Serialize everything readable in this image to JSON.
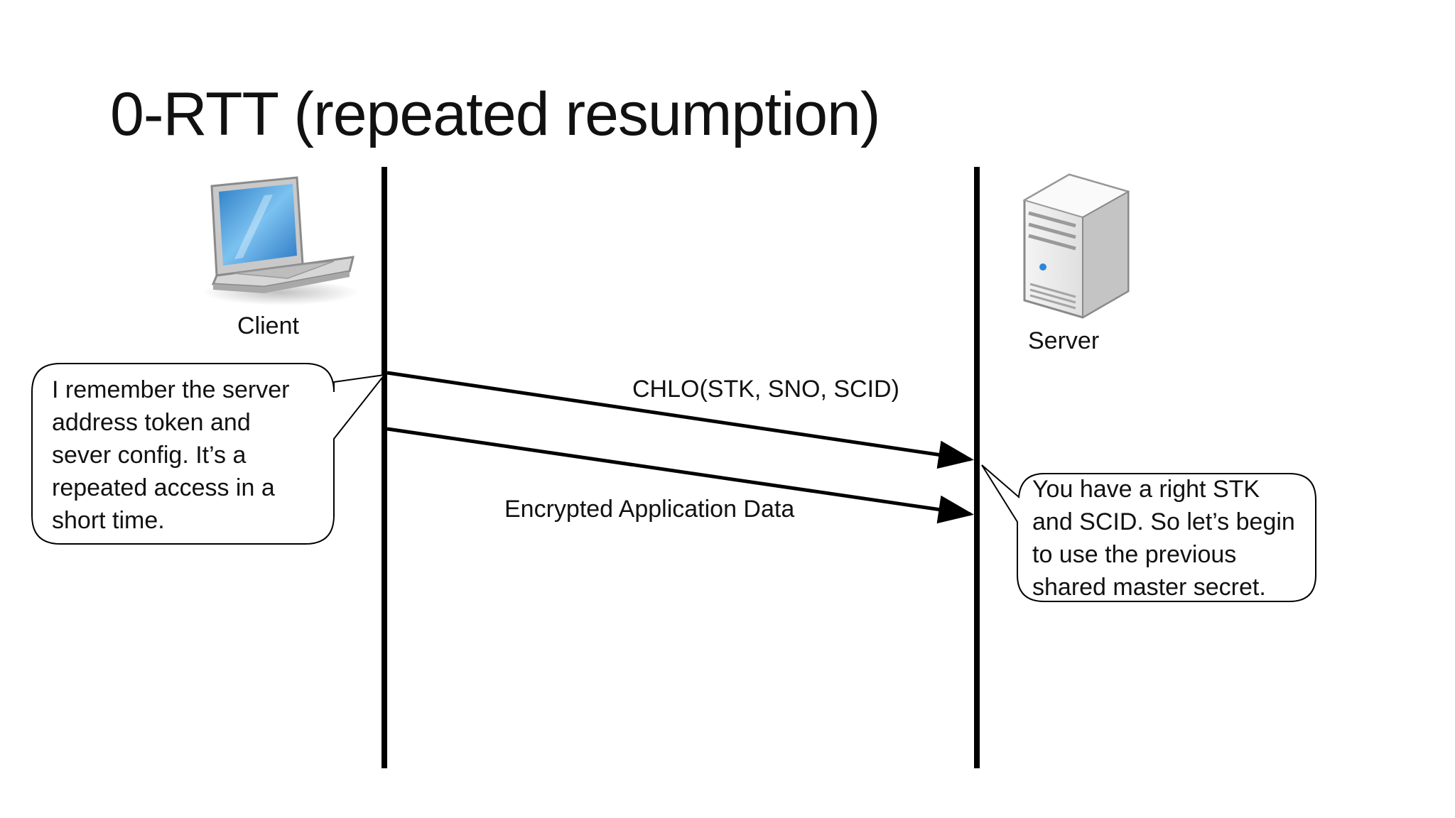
{
  "slide": {
    "title": "0-RTT (repeated resumption)"
  },
  "actors": {
    "client": {
      "label": "Client",
      "icon": "laptop-icon"
    },
    "server": {
      "label": "Server",
      "icon": "server-tower-icon"
    }
  },
  "messages": [
    {
      "label": "CHLO(STK, SNO, SCID)",
      "from": "client",
      "to": "server"
    },
    {
      "label": "Encrypted Application Data",
      "from": "client",
      "to": "server"
    }
  ],
  "callouts": {
    "client_note": [
      "I remember the server",
      "address token and",
      "sever config. It’s a",
      "repeated access in a",
      "short time."
    ],
    "server_note": [
      "You have a right STK",
      "and SCID. So let’s begin",
      "to use the previous",
      "shared master secret."
    ]
  },
  "colors": {
    "line": "#000000",
    "screen_blue": "#4aa3e0",
    "device_gray": "#b8b8b8"
  }
}
